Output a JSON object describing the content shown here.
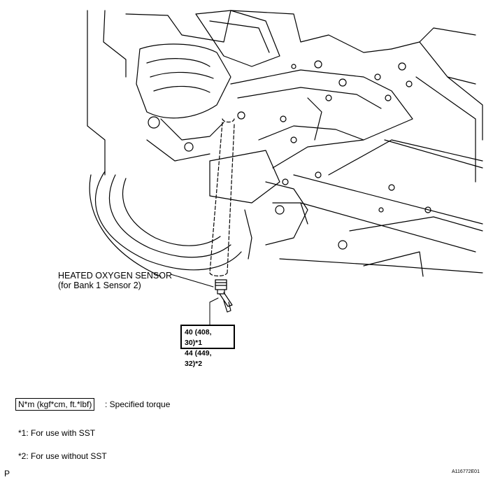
{
  "component": {
    "label_line1": "HEATED OXYGEN SENSOR",
    "label_line2": "(for Bank 1 Sensor 2)"
  },
  "torque": {
    "line1": "40 (408, 30)*1",
    "line2": "44 (449, 32)*2"
  },
  "legend": {
    "box_text": "N*m (kgf*cm, ft.*lbf)",
    "description": ": Specified torque"
  },
  "notes": [
    "*1: For use with SST",
    "*2: For use without SST"
  ],
  "footer": {
    "left_mark": "P",
    "figure_id": "A116772E01"
  }
}
